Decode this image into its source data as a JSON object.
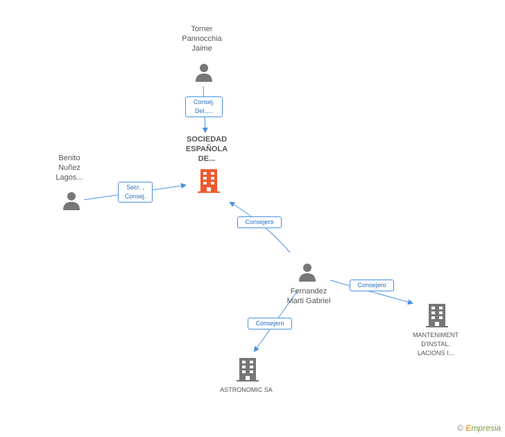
{
  "nodes": {
    "torner": {
      "lines": [
        "Torner",
        "Pannocchia",
        "Jaime"
      ]
    },
    "benito": {
      "lines": [
        "Benito",
        "Nuñez",
        "Lagos..."
      ]
    },
    "sociedad": {
      "lines": [
        "SOCIEDAD",
        "ESPAÑOLA",
        "DE..."
      ]
    },
    "fernandez": {
      "lines": [
        "Fernandez",
        "Marti Gabriel"
      ]
    },
    "manteniment": {
      "lines": [
        "MANTENIMENT",
        "D'INSTAL.",
        "LACIONS I..."
      ]
    },
    "astronomic": {
      "lines": [
        "ASTRONOMIC SA"
      ]
    }
  },
  "edges": {
    "torner_sociedad": {
      "lines": [
        "Consej.",
        "Del.,..."
      ]
    },
    "benito_sociedad": {
      "lines": [
        "Secr. ,",
        "Consej."
      ]
    },
    "fernandez_sociedad": {
      "lines": [
        "Consejero"
      ]
    },
    "fernandez_manteniment": {
      "lines": [
        "Consejero"
      ]
    },
    "fernandez_astronomic": {
      "lines": [
        "Consejero"
      ]
    }
  },
  "colors": {
    "main_company": "#f0582a",
    "company": "#777777",
    "person": "#777777",
    "edge": "#4a90e2"
  },
  "watermark": {
    "symbol": "©",
    "brand_first": "E",
    "brand_rest": "mpresia"
  }
}
